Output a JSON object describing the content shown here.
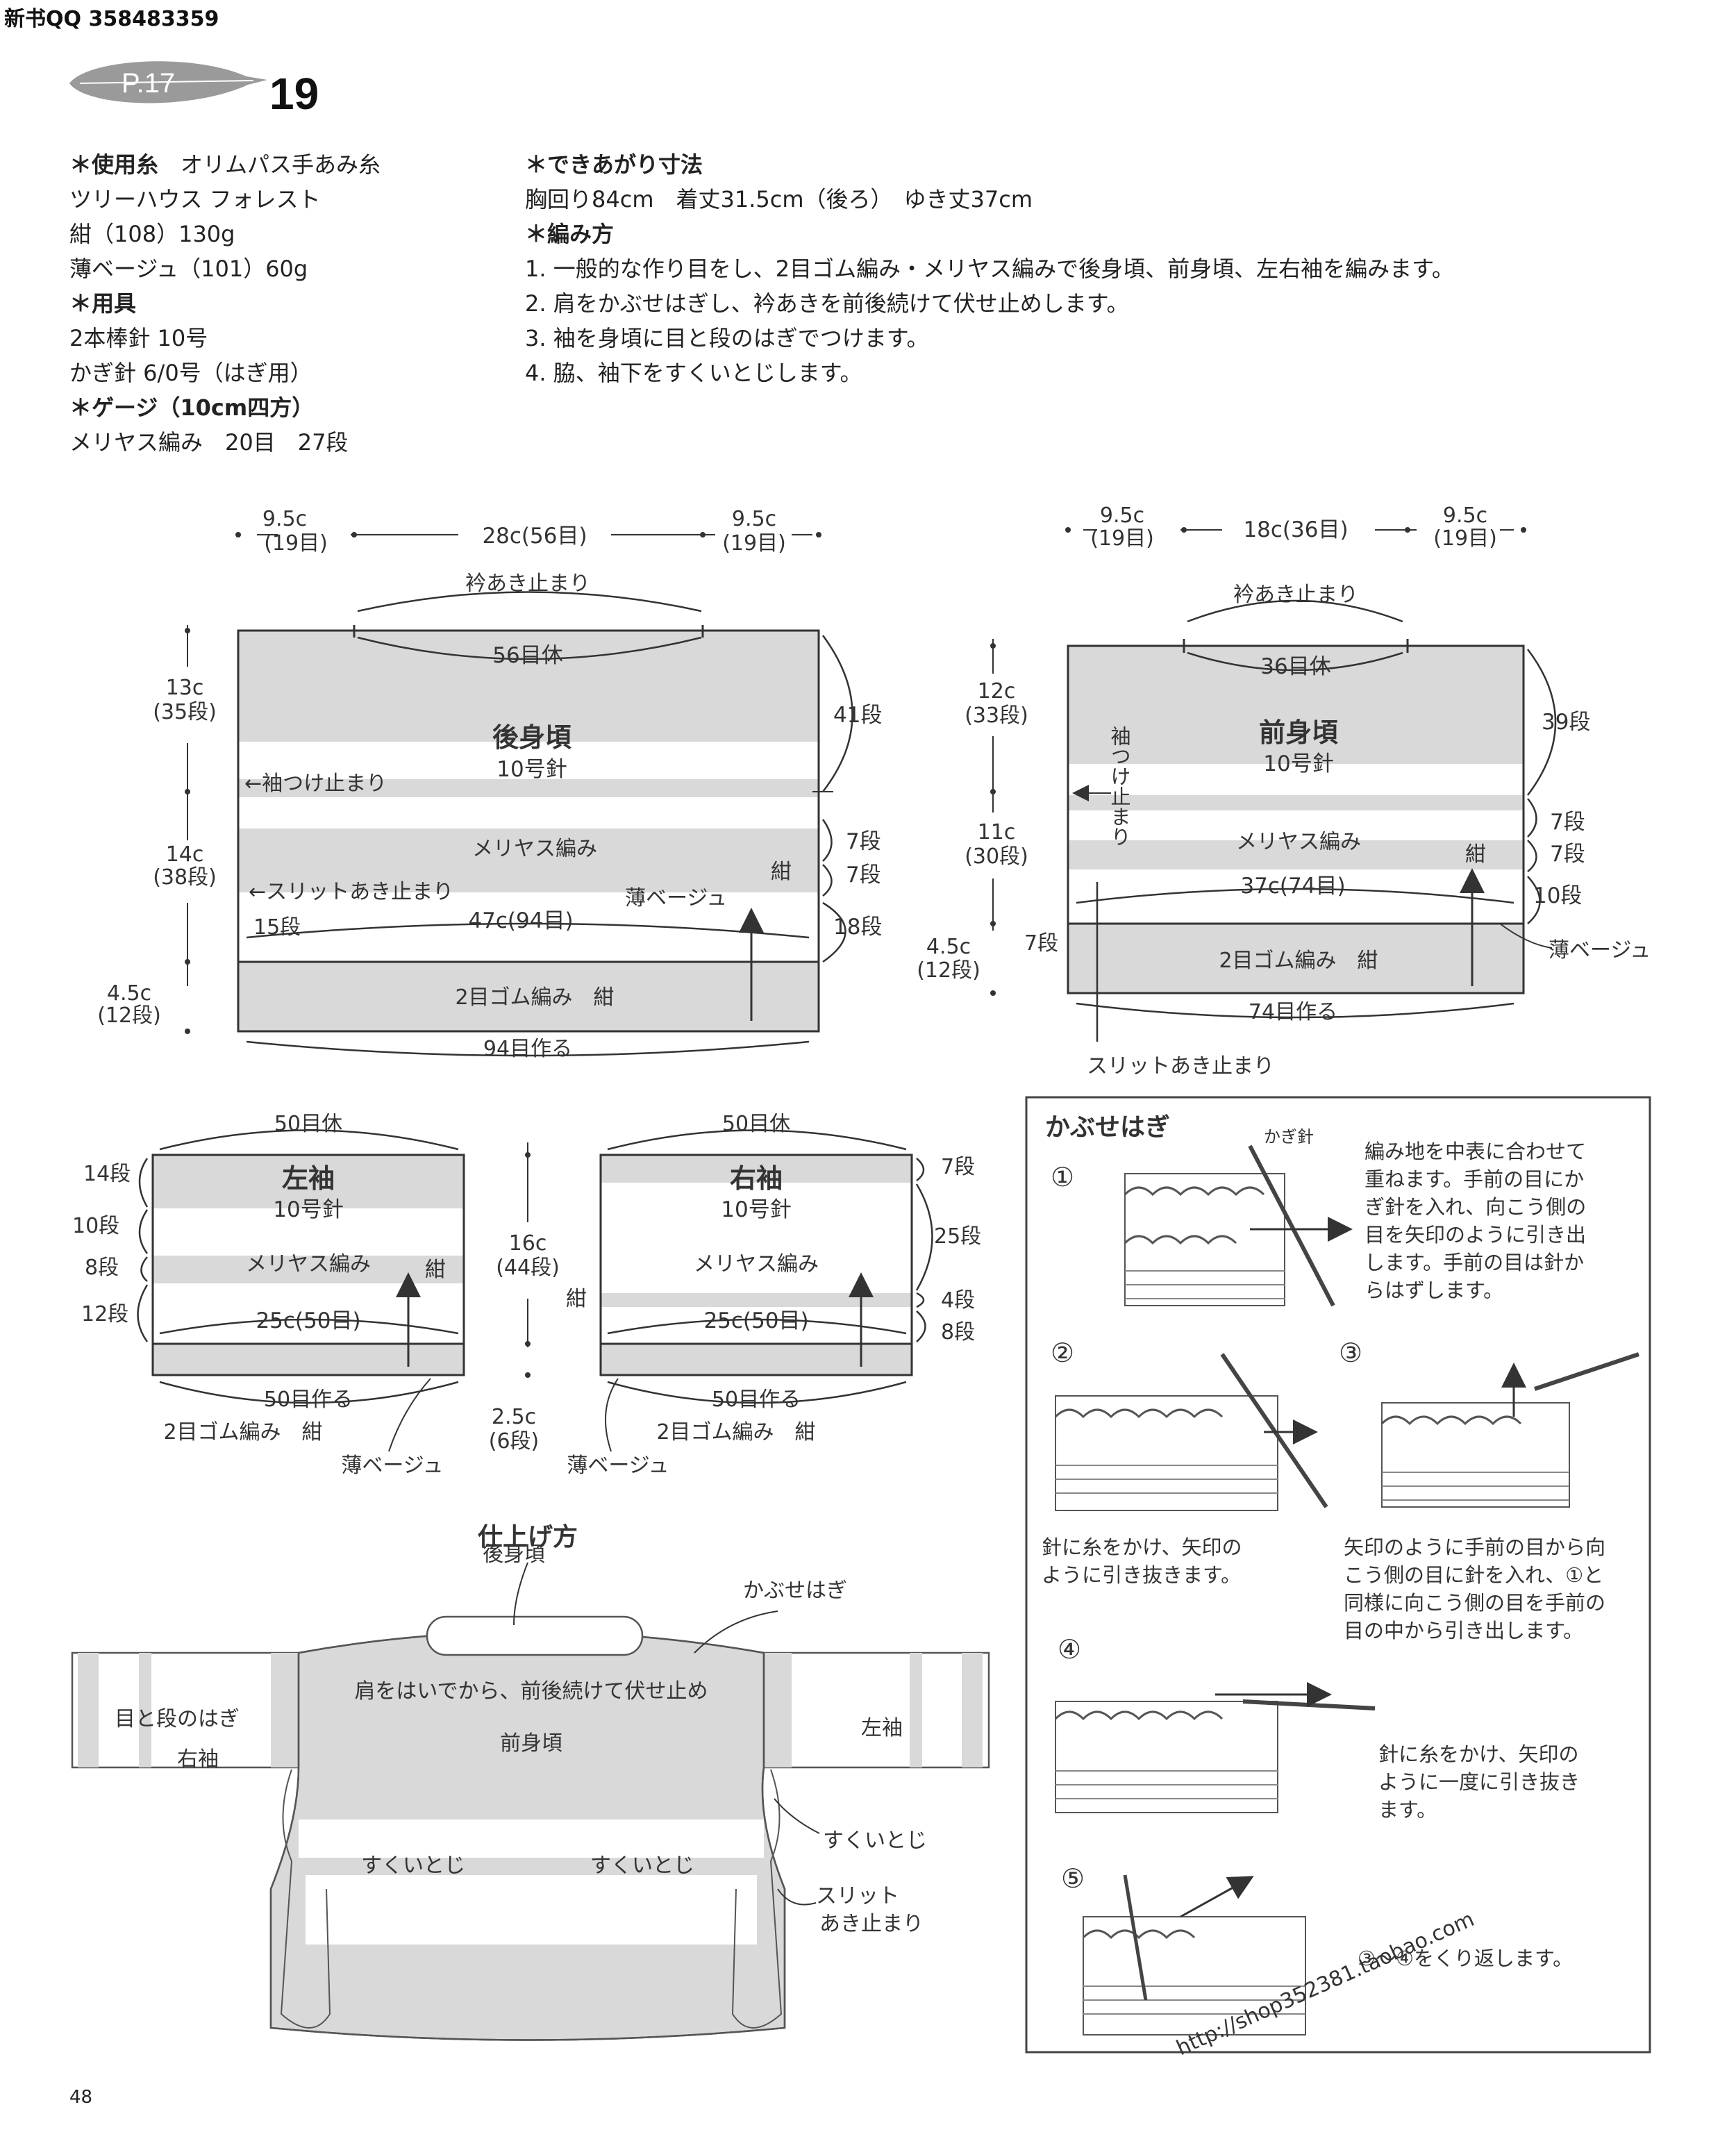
{
  "header": {
    "watermark_top": "新书QQ 358483359"
  },
  "badge": {
    "page_ref": "P.17",
    "pattern_number": "19"
  },
  "materials": {
    "yarn_label": "＊使用糸",
    "yarn_brand": "オリムパス手あみ糸",
    "yarn_name": "ツリーハウス フォレスト",
    "yarn_color1": "紺（108）130g",
    "yarn_color2": "薄ベージュ（101）60g",
    "tools_label": "＊用具",
    "tool1": "2本棒針 10号",
    "tool2": "かぎ針 6/0号（はぎ用）",
    "gauge_label": "＊ゲージ（10cm四方）",
    "gauge_value": "メリヤス編み　20目　27段"
  },
  "finished": {
    "label": "＊できあがり寸法",
    "value": "胸回り84cm　着丈31.5cm（後ろ）　ゆき丈37cm"
  },
  "method": {
    "label": "＊編み方",
    "steps": [
      "1. 一般的な作り目をし、2目ゴム編み・メリヤス編みで後身頃、前身頃、左右袖を編みます。",
      "2. 肩をかぶせはぎし、衿あきを前後続けて伏せ止めします。",
      "3. 袖を身頃に目と段のはぎでつけます。",
      "4. 脇、袖下をすくいとじします。"
    ]
  },
  "back": {
    "top_left": "9.5c",
    "top_left_sub": "(19目)",
    "top_mid": "28c(56目)",
    "top_right": "9.5c",
    "top_right_sub": "(19目)",
    "neck_stop": "衿あき止まり",
    "hold": "56目休",
    "title": "後身頃",
    "needle": "10号針",
    "sleeve_stop": "←袖つけ止まり",
    "h1": "13c",
    "h1_sub": "(35段)",
    "h2": "14c",
    "h2_sub": "(38段)",
    "h3": "4.5c",
    "h3_sub": "(12段)",
    "r1": "41段",
    "r2": "7段",
    "r3": "7段",
    "r4": "18段",
    "stockinette": "メリヤス編み",
    "navy": "紺",
    "slit_stop": "←スリットあき止まり",
    "rows15": "15段",
    "beige": "薄ベージュ",
    "width": "47c(94目)",
    "rib": "2目ゴム編み　紺",
    "cast_on": "94目作る"
  },
  "front": {
    "top_left": "9.5c",
    "top_left_sub": "(19目)",
    "top_mid": "18c(36目)",
    "top_right": "9.5c",
    "top_right_sub": "(19目)",
    "neck_stop": "衿あき止まり",
    "hold": "36目休",
    "title": "前身頃",
    "needle": "10号針",
    "sleeve_stop": "袖つけ止まり",
    "h1": "12c",
    "h1_sub": "(33段)",
    "h2": "11c",
    "h2_sub": "(30段)",
    "h3": "4.5c",
    "h3_sub": "(12段)",
    "r1": "39段",
    "r2": "7段",
    "r3": "7段",
    "r4": "10段",
    "stockinette": "メリヤス編み",
    "navy": "紺",
    "width": "37c(74目)",
    "rows7": "7段",
    "rib": "2目ゴム編み　紺",
    "beige": "薄ベージュ",
    "cast_on": "74目作る",
    "slit_stop": "スリットあき止まり"
  },
  "left_sleeve": {
    "hold": "50目休",
    "title": "左袖",
    "needle": "10号針",
    "r1": "14段",
    "r2": "10段",
    "r3": "8段",
    "r4": "12段",
    "stockinette": "メリヤス編み",
    "navy": "紺",
    "width": "25c(50目)",
    "cast_on": "50目作る",
    "rib": "2目ゴム編み　紺",
    "beige": "薄ベージュ"
  },
  "right_sleeve": {
    "hold": "50目休",
    "title": "右袖",
    "needle": "10号針",
    "r1": "7段",
    "r2": "25段",
    "r3": "4段",
    "r4": "8段",
    "stockinette": "メリヤス編み",
    "navy": "紺",
    "width": "25c(50目)",
    "cast_on": "50目作る",
    "rib": "2目ゴム編み　紺",
    "beige": "薄ベージュ"
  },
  "sleeve_height": {
    "h1": "16c",
    "h1_sub": "(44段)",
    "h2": "2.5c",
    "h2_sub": "(6段)"
  },
  "assembly": {
    "title": "仕上げ方",
    "back": "後身頃",
    "shoulder": "かぶせはぎ",
    "bindoff": "肩をはいでから、前後続けて伏せ止め",
    "front": "前身頃",
    "graft": "目と段のはぎ",
    "right_sleeve": "右袖",
    "left_sleeve": "左袖",
    "mattress1": "すくいとじ",
    "mattress2": "すくいとじ",
    "mattress3": "すくいとじ",
    "slit": "スリット",
    "slit2": "あき止まり"
  },
  "howto": {
    "title": "かぶせはぎ",
    "hook": "かぎ針",
    "s1": "①",
    "s1_text": [
      "編み地を中表に合わせて",
      "重ねます。手前の目にか",
      "ぎ針を入れ、向こう側の",
      "目を矢印のように引き出",
      "します。手前の目は針か",
      "らはずします。"
    ],
    "s2": "②",
    "s2_text": [
      "針に糸をかけ、矢印の",
      "ように引き抜きます。"
    ],
    "s3": "③",
    "s3_text": [
      "矢印のように手前の目から向",
      "こう側の目に針を入れ、①と",
      "同様に向こう側の目を手前の",
      "目の中から引き出します。"
    ],
    "s4": "④",
    "s4_text": [
      "針に糸をかけ、矢印の",
      "ように一度に引き抜き",
      "ます。"
    ],
    "s5": "⑤",
    "s5_text": "③～④をくり返します。",
    "watermark": "http://shop352381.taobao.com"
  },
  "footer": {
    "page_number": "48"
  },
  "colors": {
    "band_gray": "#d9d9d9",
    "line": "#333333"
  }
}
